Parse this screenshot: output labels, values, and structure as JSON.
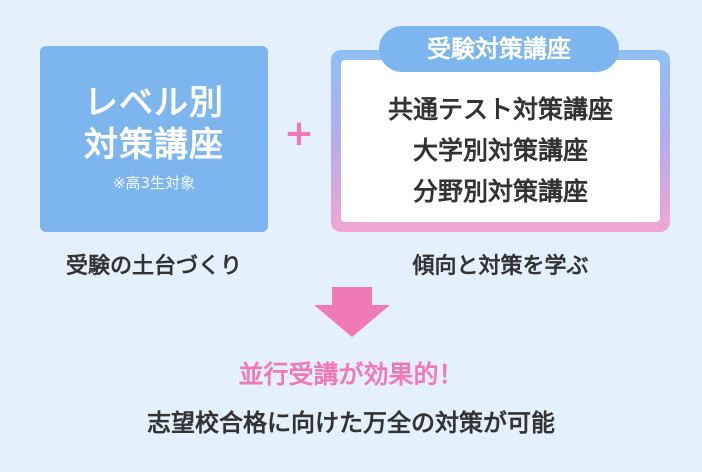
{
  "left_box": {
    "title_line1": "レベル別",
    "title_line2": "対策講座",
    "note": "※高3生対象",
    "caption": "受験の土台づくり"
  },
  "plus_symbol": "+",
  "right_box": {
    "tab_label": "受験対策講座",
    "items": [
      "共通テスト対策講座",
      "大学別対策講座",
      "分野別対策講座"
    ],
    "caption": "傾向と対策を学ぶ"
  },
  "result": {
    "headline": "並行受講が効果的！",
    "subline": "志望校合格に向けた万全の対策が可能"
  },
  "colors": {
    "background": "#e4f0fb",
    "blue": "#7db6ee",
    "pink": "#f07ab8",
    "text": "#333333"
  },
  "icons": {
    "arrow": "down-arrow-icon"
  }
}
